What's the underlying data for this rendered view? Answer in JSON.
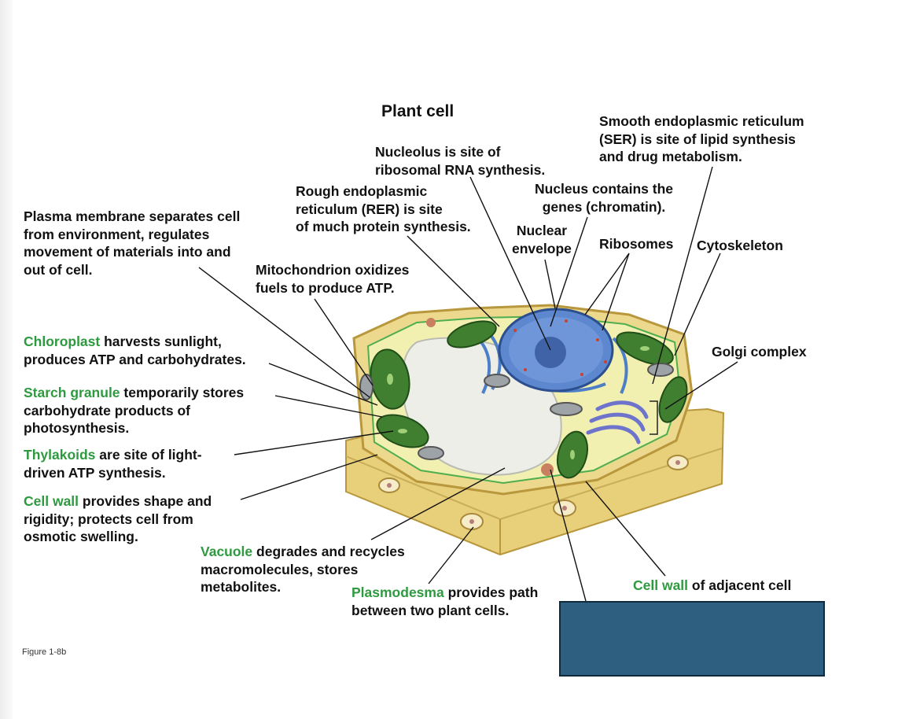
{
  "title": "Plant cell",
  "figure_caption": "Figure 1-8b",
  "colors": {
    "highlight_green": "#2e9a3f",
    "cover_box": "#2f5f80",
    "cell_wall": "#e8cf79",
    "nucleus": "#5d88cf",
    "chloroplast": "#3f7f2f"
  },
  "labels": {
    "nucleolus": [
      "Nucleolus is site of",
      "ribosomal RNA synthesis."
    ],
    "ser": [
      "Smooth endoplasmic reticulum",
      "(SER) is site of lipid synthesis",
      "and drug metabolism."
    ],
    "rer": [
      "Rough endoplasmic",
      "reticulum (RER) is site",
      "of much protein synthesis."
    ],
    "nucleus": [
      "Nucleus contains the",
      "genes (chromatin)."
    ],
    "plasma_membrane": [
      "Plasma membrane separates cell",
      "from environment, regulates",
      "movement of materials into and",
      "out of cell."
    ],
    "nuclear_envelope": [
      "Nuclear",
      "envelope"
    ],
    "ribosomes": "Ribosomes",
    "cytoskeleton": "Cytoskeleton",
    "mitochondrion": [
      "Mitochondrion oxidizes",
      "fuels to produce ATP."
    ],
    "golgi": "Golgi complex",
    "chloroplast": {
      "term": "Chloroplast",
      "rest": [
        " harvests sunlight,",
        "produces ATP and carbohydrates."
      ]
    },
    "starch": {
      "term": "Starch granule",
      "rest": [
        " temporarily stores",
        "carbohydrate products of",
        "photosynthesis."
      ]
    },
    "thylakoids": {
      "term": "Thylakoids",
      "rest": [
        " are site of light-",
        "driven ATP synthesis."
      ]
    },
    "cell_wall": {
      "term": "Cell wall",
      "rest": [
        " provides shape and",
        "rigidity; protects cell from",
        "osmotic swelling."
      ]
    },
    "vacuole": {
      "term": "Vacuole",
      "rest": [
        " degrades and recycles",
        "macromolecules, stores",
        "metabolites."
      ]
    },
    "plasmodesma": {
      "term": "Plasmodesma",
      "rest": [
        " provides path",
        "between two plant cells."
      ]
    },
    "adjacent_wall": {
      "term": "Cell wall",
      "rest": " of adjacent cell"
    }
  }
}
